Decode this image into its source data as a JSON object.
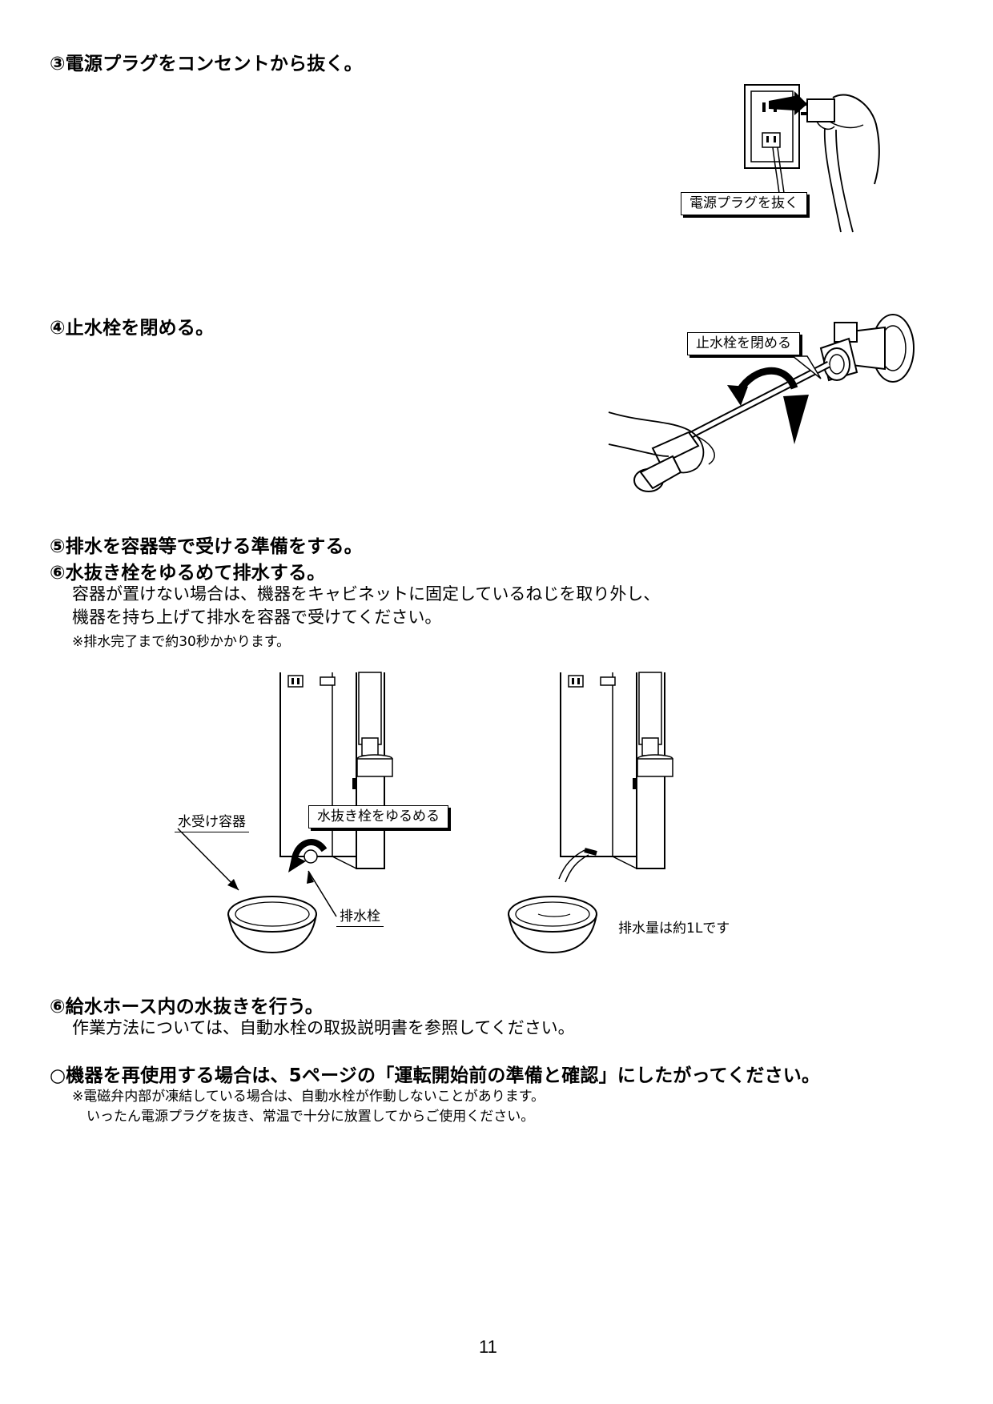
{
  "steps": {
    "step3": {
      "title": "③電源プラグをコンセントから抜く。",
      "callout": "電源プラグを抜く"
    },
    "step4": {
      "title": "④止水栓を閉める。",
      "callout": "止水栓を閉める"
    },
    "step5": {
      "title": "⑤排水を容器等で受ける準備をする。"
    },
    "step6": {
      "title": "⑥水抜き栓をゆるめて排水する。",
      "body_line1": "容器が置けない場合は、機器をキャビネットに固定しているねじを取り外し、",
      "body_line2": "機器を持ち上げて排水を容器で受けてください。",
      "note": "※排水完了まで約30秒かかります。"
    },
    "step6b": {
      "title": "⑥給水ホース内の水抜きを行う。",
      "body": "作業方法については、自動水栓の取扱説明書を参照してください。"
    },
    "reuse": {
      "title": "○機器を再使用する場合は、5ページの「運転開始前の準備と確認」にしたがってください。",
      "note_line1": "※電磁弁内部が凍結している場合は、自動水栓が作動しないことがあります。",
      "note_line2": "いったん電源プラグを抜き、常温で十分に放置してからご使用ください。"
    }
  },
  "figure_labels": {
    "water_container": "水受け容器",
    "loosen_drain_plug": "水抜き栓をゆるめる",
    "drain_plug": "排水栓",
    "drain_volume": "排水量は約1Lです"
  },
  "page_number": "11"
}
